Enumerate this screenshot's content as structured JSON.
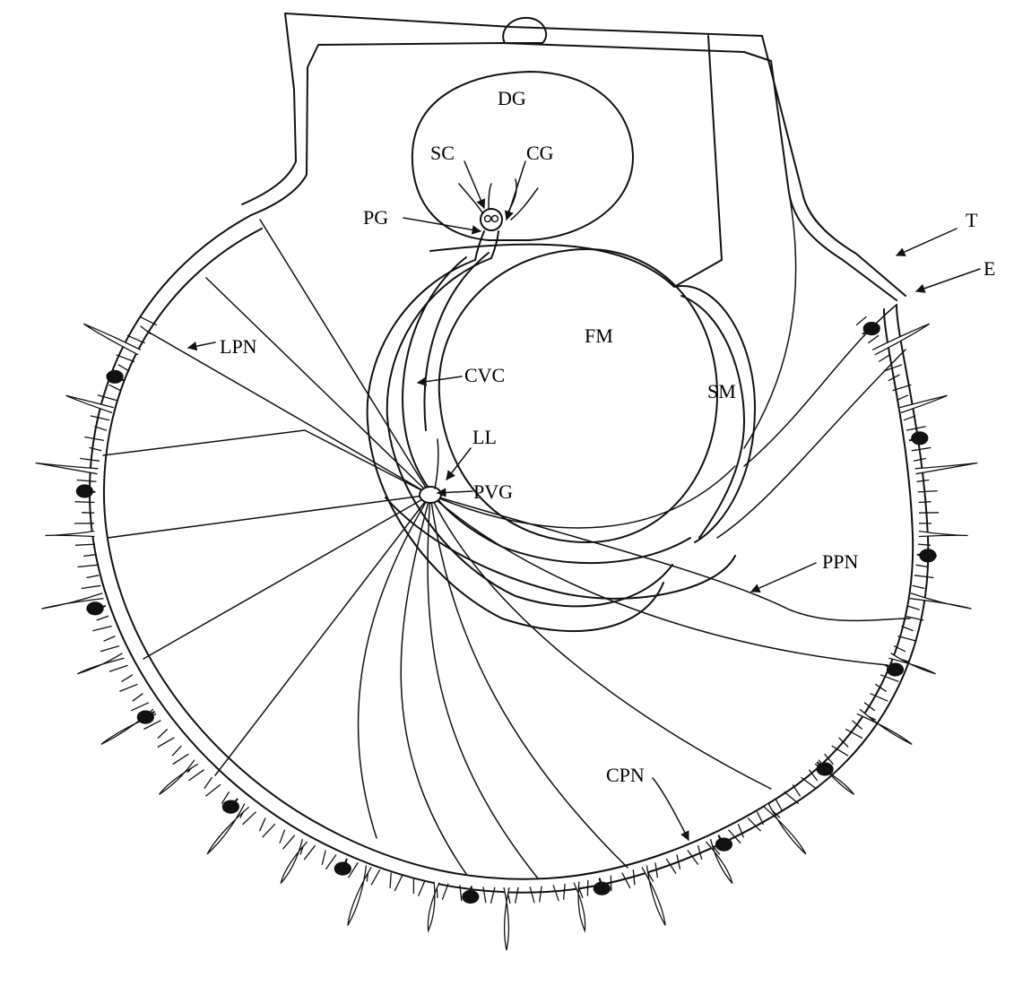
{
  "labels": {
    "dg": "DG",
    "sc": "SC",
    "cg": "CG",
    "pg": "PG",
    "t": "T",
    "e": "E",
    "lpn": "LPN",
    "fm": "FM",
    "cvc": "CVC",
    "sm": "SM",
    "ll": "LL",
    "pvg": "PVG",
    "ppn": "PPN",
    "cpn": "CPN"
  },
  "colors": {
    "line": "#111111",
    "background": "#ffffff",
    "eye": "#111111"
  }
}
